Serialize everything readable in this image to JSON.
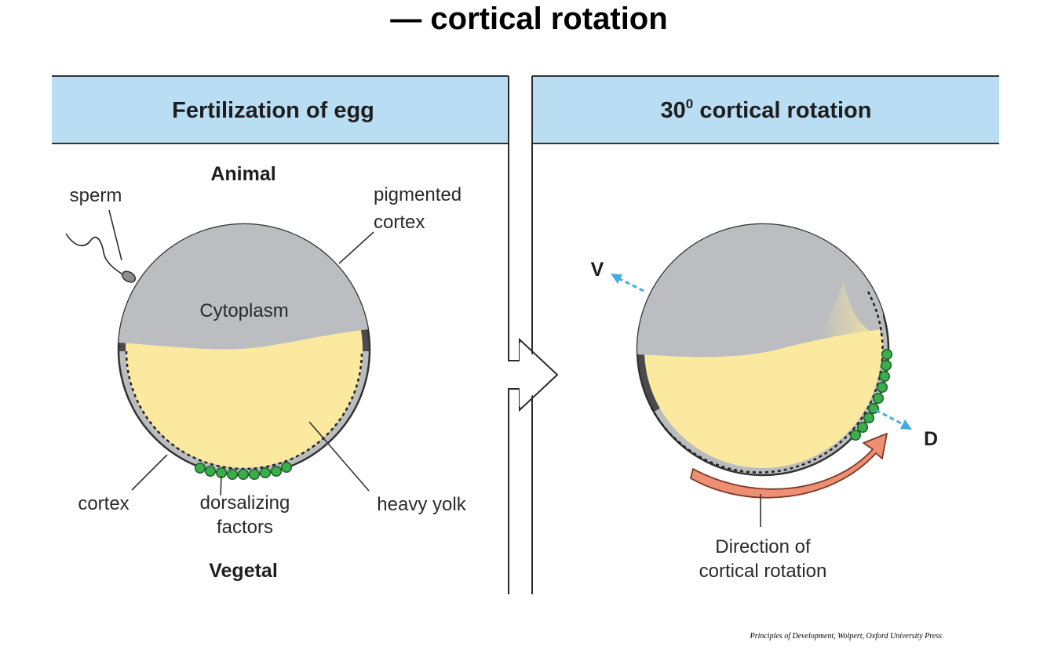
{
  "slide_title": "— cortical rotation",
  "panels": {
    "left": {
      "header": "Fertilization of egg",
      "labels": {
        "animal": "Animal",
        "vegetal": "Vegetal",
        "sperm": "sperm",
        "pigmented_cortex": [
          "pigmented",
          "cortex"
        ],
        "cytoplasm": "Cytoplasm",
        "cortex": "cortex",
        "dorsalizing_factors": [
          "dorsalizing",
          "factors"
        ],
        "heavy_yolk": "heavy yolk"
      }
    },
    "right": {
      "header_number": "30",
      "header_degree": "0",
      "header_rest": " cortical rotation",
      "labels": {
        "v": "V",
        "d": "D",
        "direction": [
          "Direction of",
          "cortical rotation"
        ]
      }
    }
  },
  "credit": "Principles of Development, Wolpert, Oxford University Press",
  "colors": {
    "header_bg": "#b9def3",
    "cytoplasm": "#bbbdc0",
    "yolk": "#fae99f",
    "pigmented_cortex": "#4b4b4d",
    "cortex": "#bbbcbe",
    "dorsalizing_factor": "#3aae4a",
    "axis_arrow": "#45ace0",
    "rotation_arrow": "#ee8f74"
  }
}
